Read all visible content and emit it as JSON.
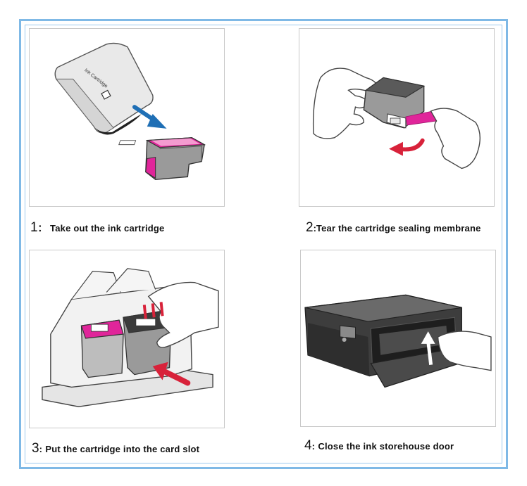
{
  "steps": [
    {
      "number": "1",
      "separator": "：",
      "text": "Take out the ink cartridge"
    },
    {
      "number": "2",
      "separator": ":",
      "text": "Tear the cartridge sealing membrane"
    },
    {
      "number": "3",
      "separator": ":",
      "text": "Put the cartridge into the card slot"
    },
    {
      "number": "4",
      "separator": ":",
      "text": "Close the ink storehouse door"
    }
  ],
  "package_label": "Ink Cartridge",
  "colors": {
    "frame": "#7fb9e6",
    "arrow_blue": "#1f6fb5",
    "arrow_red": "#d8223a",
    "magenta": "#e0259a",
    "cartridge_gray": "#8a8a8a"
  }
}
